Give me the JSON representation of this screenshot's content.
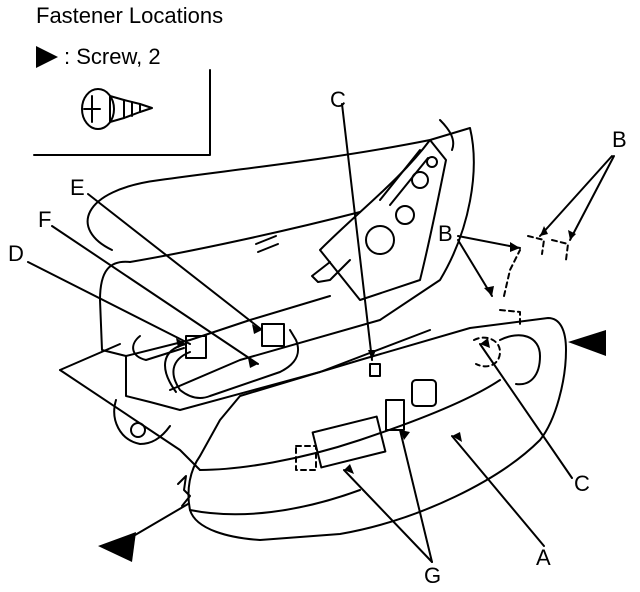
{
  "header": {
    "title": "Fastener Locations",
    "legend_label": ": Screw, 2"
  },
  "callouts": {
    "A": "A",
    "B_top": "B",
    "B_mid": "B",
    "C_top": "C",
    "C_bottom": "C",
    "D": "D",
    "E": "E",
    "F": "F",
    "G": "G"
  }
}
